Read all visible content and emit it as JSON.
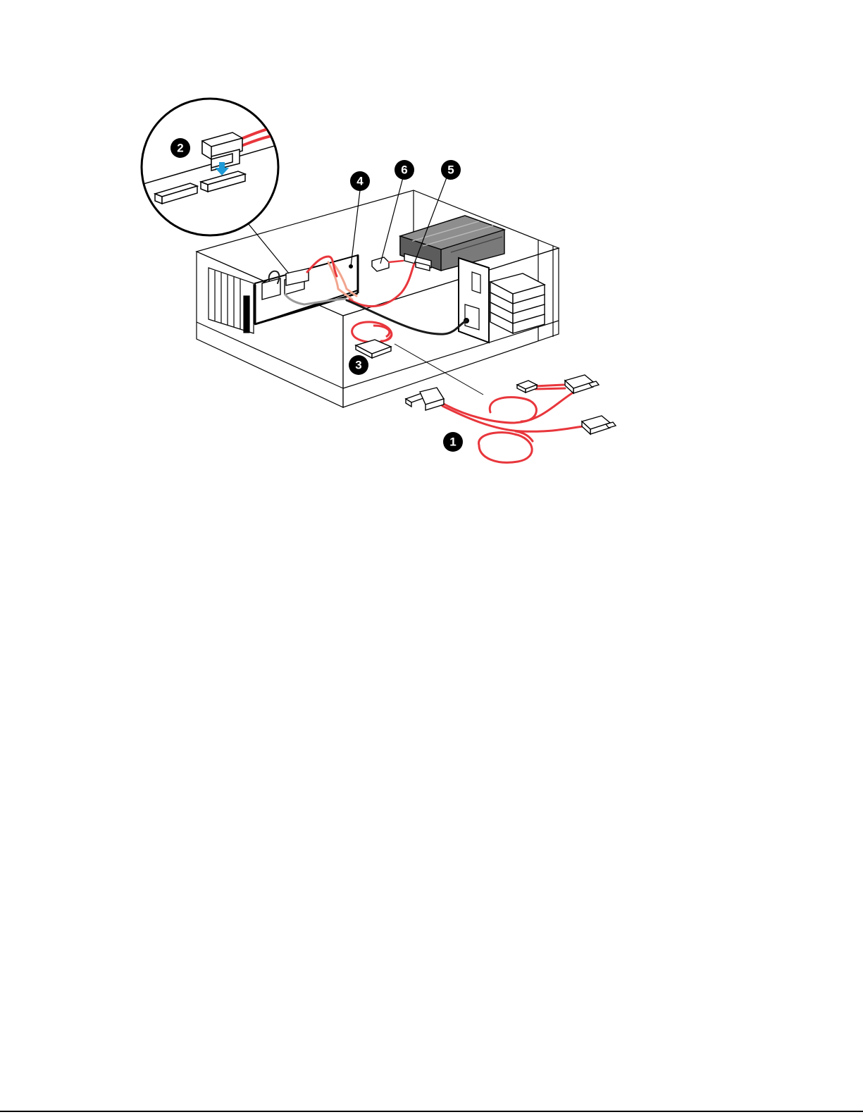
{
  "figure": {
    "callouts": [
      {
        "id": "1",
        "label": "1"
      },
      {
        "id": "2",
        "label": "2"
      },
      {
        "id": "3",
        "label": "3"
      },
      {
        "id": "4",
        "label": "4"
      },
      {
        "id": "5",
        "label": "5"
      },
      {
        "id": "6",
        "label": "6"
      }
    ],
    "colors": {
      "cable_red": "#e8363c",
      "cable_pink": "#f2a58e",
      "cable_black": "#1a1a1a",
      "cable_gray": "#9a9a9a",
      "arrow_blue": "#1e9ad6",
      "drive_gray": "#6e6e6e",
      "outline": "#000000"
    }
  }
}
